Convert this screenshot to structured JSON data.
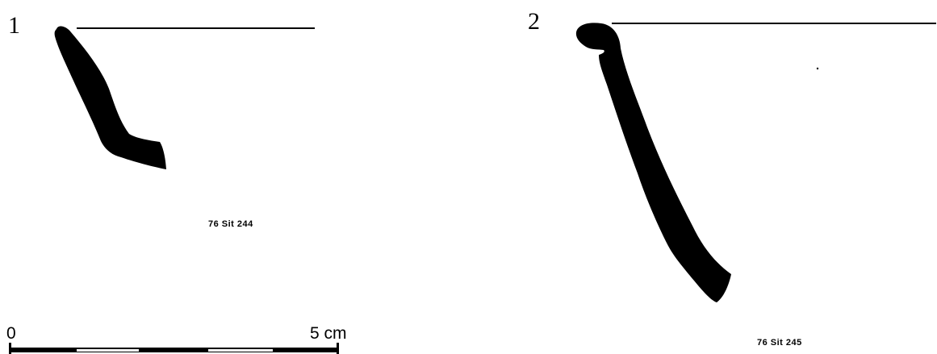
{
  "sherds": [
    {
      "number": "1",
      "catalog": "76 Sit 244"
    },
    {
      "number": "2",
      "catalog": "76 Sit 245"
    }
  ],
  "scale": {
    "zero_label": "0",
    "end_label": "5 cm",
    "segments": 5
  }
}
